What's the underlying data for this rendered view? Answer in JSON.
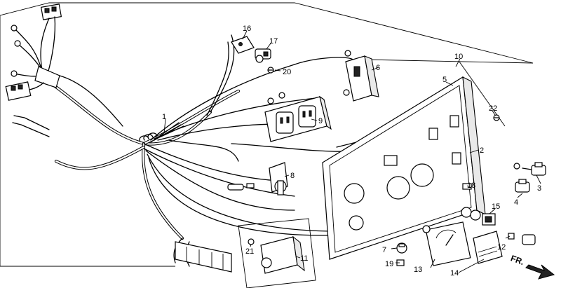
{
  "callouts": [
    {
      "id": "c1",
      "text": "1"
    },
    {
      "id": "c2",
      "text": "2"
    },
    {
      "id": "c3",
      "text": "3"
    },
    {
      "id": "c4",
      "text": "4"
    },
    {
      "id": "c5",
      "text": "5"
    },
    {
      "id": "c6",
      "text": "6"
    },
    {
      "id": "c7",
      "text": "7"
    },
    {
      "id": "c8",
      "text": "8"
    },
    {
      "id": "c9",
      "text": "9"
    },
    {
      "id": "c10",
      "text": "10"
    },
    {
      "id": "c11",
      "text": "11"
    },
    {
      "id": "c12",
      "text": "12"
    },
    {
      "id": "c13",
      "text": "13"
    },
    {
      "id": "c14",
      "text": "14"
    },
    {
      "id": "c15",
      "text": "15"
    },
    {
      "id": "c16",
      "text": "16"
    },
    {
      "id": "c17",
      "text": "17"
    },
    {
      "id": "c18",
      "text": "18"
    },
    {
      "id": "c19",
      "text": "19"
    },
    {
      "id": "c20",
      "text": "20"
    },
    {
      "id": "c21",
      "text": "21"
    },
    {
      "id": "c22",
      "text": "22"
    }
  ],
  "direction_marker": {
    "text": "FR.",
    "icon": "arrow-icon"
  }
}
